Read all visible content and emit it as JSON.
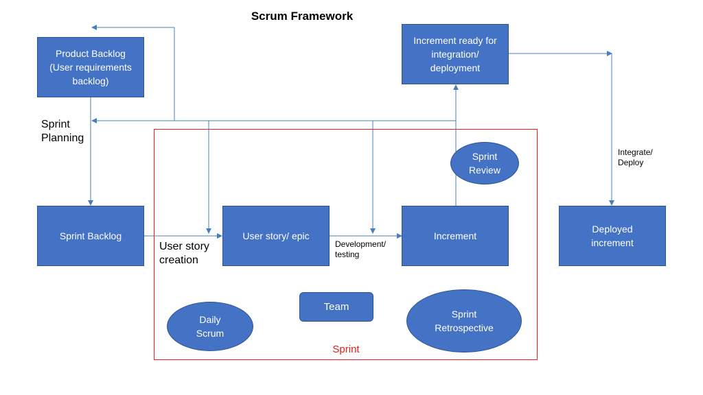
{
  "title": "Scrum Framework",
  "nodes": {
    "product_backlog": "Product Backlog\n(User requirements\nbacklog)",
    "increment_ready": "Increment ready for\nintegration/\ndeployment",
    "sprint_backlog": "Sprint Backlog",
    "user_story_epic": "User story/ epic",
    "increment": "Increment",
    "deployed_increment": "Deployed\nincrement",
    "team": "Team",
    "sprint_review": "Sprint\nReview",
    "daily_scrum": "Daily\nScrum",
    "sprint_retrospective": "Sprint\nRetrospective"
  },
  "labels": {
    "sprint_planning": "Sprint\nPlanning",
    "user_story_creation": "User story\ncreation",
    "development_testing": "Development/\ntesting",
    "integrate_deploy": "Integrate/\nDeploy",
    "sprint": "Sprint"
  },
  "colors": {
    "box_fill": "#4472c4",
    "box_border": "#2f528f",
    "connector": "#4a7ebb",
    "sprint_frame": "#e0201b",
    "text_on_box": "#ffffff"
  }
}
